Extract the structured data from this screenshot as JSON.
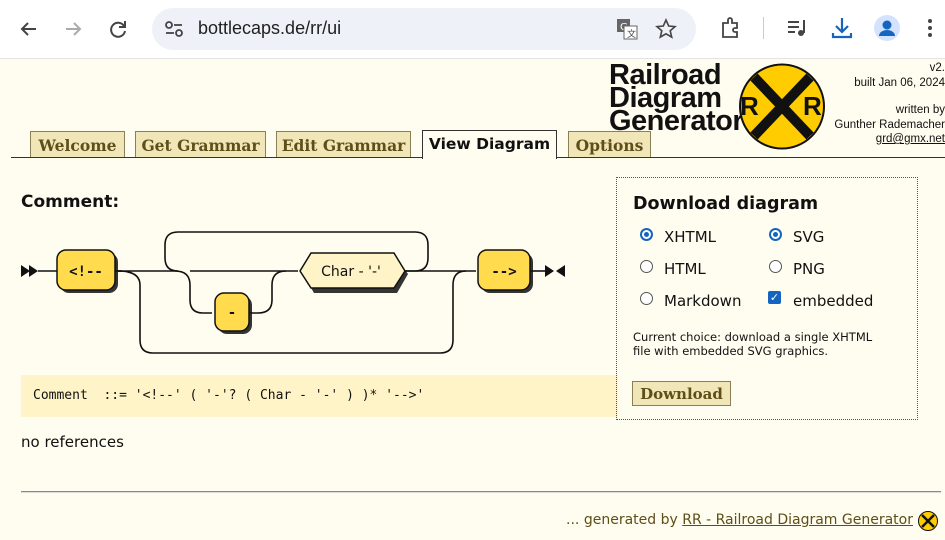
{
  "browser": {
    "url": "bottlecaps.de/rr/ui",
    "icons": [
      "back-icon",
      "forward-icon",
      "reload-icon",
      "site-info-icon",
      "translate-icon",
      "bookmark-star-icon",
      "extensions-icon",
      "media-icon",
      "download-icon",
      "profile-icon",
      "menu-icon"
    ]
  },
  "header": {
    "logo_lines": [
      "Railroad",
      "Diagram",
      "Generator"
    ],
    "logo_badge": "RR",
    "version": "v2.",
    "built": "built Jan 06, 2024",
    "written": "written by",
    "author": "Gunther Rademacher",
    "email": "grd@gmx.net"
  },
  "tabs": [
    {
      "label": "Welcome",
      "active": false
    },
    {
      "label": "Get Grammar",
      "active": false
    },
    {
      "label": "Edit Grammar",
      "active": false
    },
    {
      "label": "View Diagram",
      "active": true
    },
    {
      "label": "Options",
      "active": false
    }
  ],
  "production": {
    "name": "Comment:",
    "terminals": [
      "<!--",
      "-",
      "-->"
    ],
    "nonterminal": "Char - '-'",
    "ebnf": "Comment  ::= '<!--' ( '-'? ( Char - '-' ) )* '-->'",
    "references": "no references"
  },
  "download": {
    "title": "Download diagram",
    "options": [
      {
        "label": "XHTML",
        "checked": true
      },
      {
        "label": "SVG",
        "checked": true
      },
      {
        "label": "HTML",
        "checked": false
      },
      {
        "label": "PNG",
        "checked": false
      },
      {
        "label": "Markdown",
        "checked": false
      },
      {
        "label": "embedded",
        "checked": true
      }
    ],
    "choice": "Current choice: download a single XHTML file with embedded SVG graphics.",
    "button": "Download"
  },
  "footer": {
    "prefix": "... generated by ",
    "link": "RR - Railroad Diagram Generator"
  },
  "colors": {
    "terminal_fill": "#FFDB4D",
    "nonterminal_fill": "#FFF4C7",
    "tab_fill": "#F1E6B8",
    "link": "#5E4F18",
    "accent": "#1565C0"
  }
}
